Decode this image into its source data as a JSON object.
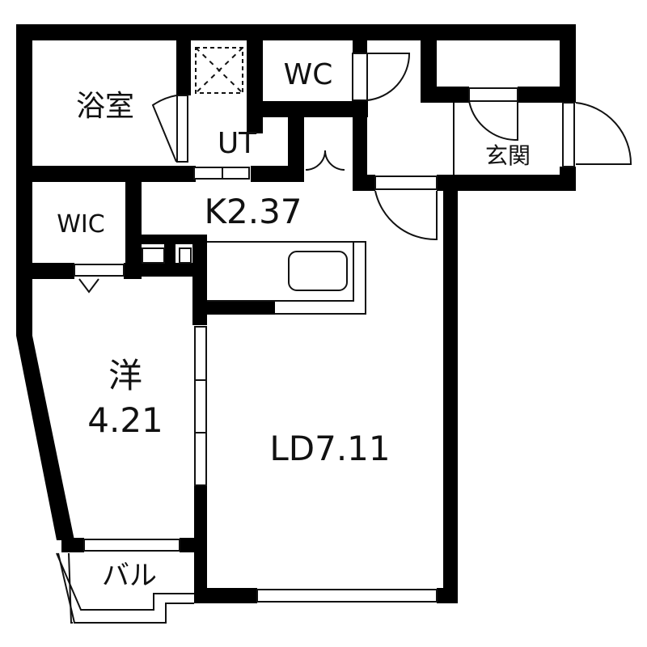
{
  "floor_plan": {
    "rooms": [
      {
        "id": "bath",
        "label": "浴室"
      },
      {
        "id": "utility",
        "label": "UT"
      },
      {
        "id": "toilet",
        "label": "WC"
      },
      {
        "id": "entrance",
        "label": "玄関"
      },
      {
        "id": "walk-in-closet",
        "label": "WIC"
      },
      {
        "id": "kitchen",
        "label": "K2.37"
      },
      {
        "id": "western-room",
        "label_line1": "洋",
        "label_line2": "4.21"
      },
      {
        "id": "living-dining",
        "label": "LD7.11"
      },
      {
        "id": "balcony",
        "label": "バル"
      }
    ],
    "colors": {
      "wall": "#000000",
      "background": "#ffffff",
      "line": "#111111"
    }
  }
}
